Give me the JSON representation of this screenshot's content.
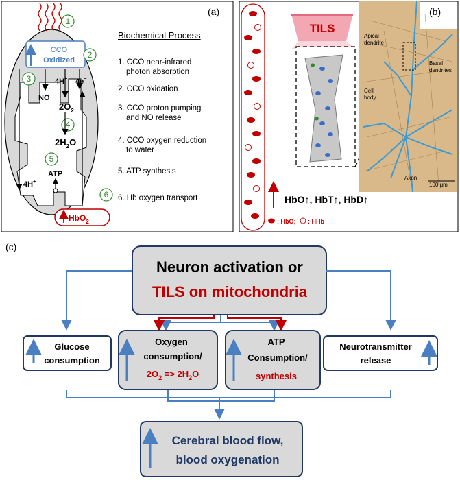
{
  "panel_a": {
    "label": "(a)",
    "steps": [
      "1",
      "2",
      "3",
      "4",
      "5",
      "6"
    ],
    "cco": {
      "line1": "CCO",
      "line2": "Oxidized"
    },
    "no": "NO",
    "h4a": "4H",
    "h4a_sup": "+",
    "e4": "4e",
    "e4_sup": "−",
    "o2": "2O",
    "o2_sub": "2",
    "h2o_a": "2H",
    "h2o_sub": "2",
    "h2o_b": "O",
    "atp": "ATP",
    "h4b": "4H",
    "h4b_sup": "+",
    "hbo2": "HbO",
    "hbo2_sub": "2",
    "process_title": "Biochemical Process",
    "process": [
      [
        "1. CCO near-infrared",
        "photon absorption"
      ],
      [
        "2. CCO oxidation"
      ],
      [
        "3. CCO proton pumping",
        "and NO release"
      ],
      [
        "4. CCO oxygen reduction",
        "to water"
      ],
      [
        "5. ATP synthesis"
      ],
      [
        "6. Hb oxygen transport"
      ]
    ]
  },
  "panel_b": {
    "label": "(b)",
    "tils": "TILS",
    "hb_line": "HbO↑, HbT↑, HbD↑",
    "legend": ": HbO;",
    "legend2": ": HHb",
    "neuron_labels": {
      "apical": "Apical",
      "apical2": "dendrite",
      "cell": "Cell",
      "cell2": "body",
      "basal": "Basal",
      "basal2": "dendrites",
      "axon": "Axon",
      "scale": "100 μm"
    }
  },
  "panel_c": {
    "label": "(c)",
    "top_line1": "Neuron activation or",
    "top_line2": "TILS on mitochondria",
    "glucose": [
      "Glucose",
      "consumption"
    ],
    "oxygen": [
      "Oxygen",
      "consumption/",
      "2O",
      "2",
      " => 2H",
      "2",
      "O"
    ],
    "atp": [
      "ATP",
      "Consumption/",
      "synthesis"
    ],
    "neuro": [
      "Neurotransmitter",
      "release"
    ],
    "bottom": [
      "Cerebral blood flow,",
      "blood oxygenation"
    ]
  },
  "colors": {
    "navy": "#1f3864",
    "blue_line": "#4a7fc1",
    "red": "#c00000",
    "green": "#2e8b2e",
    "gray_fill": "#d9d9d9",
    "cyan_neuron": "#3a9bd6",
    "tan": "#d9b98a"
  }
}
